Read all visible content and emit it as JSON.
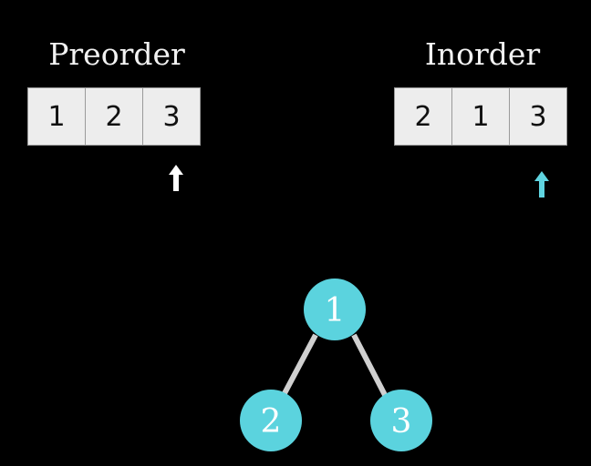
{
  "preorder": {
    "title": "Preorder",
    "cells": [
      "1",
      "2",
      "3"
    ],
    "pointer_index": 2,
    "pointer_color": "#ffffff",
    "pointer_icon": "up-arrow-icon"
  },
  "inorder": {
    "title": "Inorder",
    "cells": [
      "2",
      "1",
      "3"
    ],
    "pointer_index": 2,
    "pointer_color": "#5fd4e0",
    "pointer_icon": "up-arrow-icon"
  },
  "tree": {
    "node_color": "#5bd3de",
    "edge_color": "#d0d0d0",
    "nodes": [
      {
        "label": "1"
      },
      {
        "label": "2"
      },
      {
        "label": "3"
      }
    ],
    "edges": [
      [
        "1",
        "2"
      ],
      [
        "1",
        "3"
      ]
    ]
  }
}
